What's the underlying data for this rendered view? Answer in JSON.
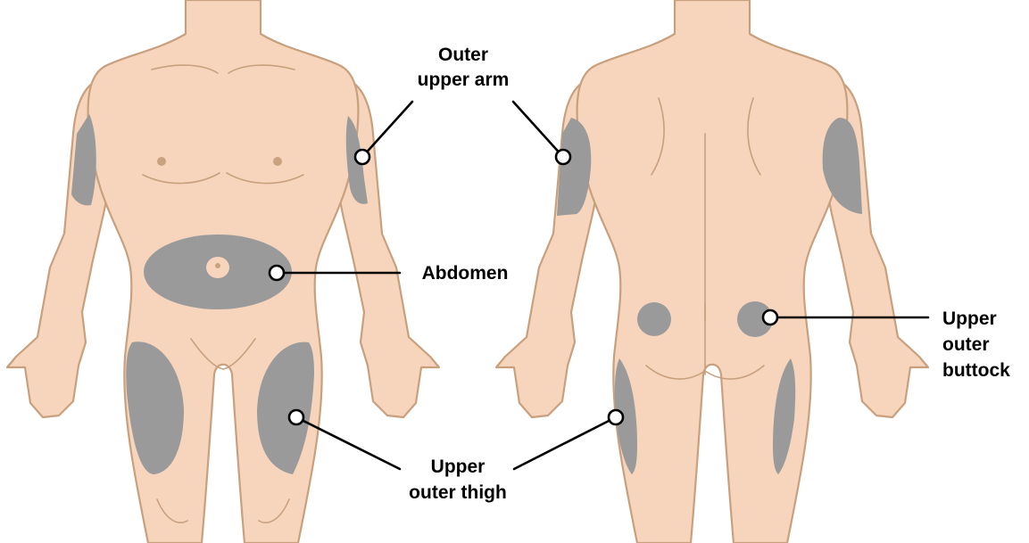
{
  "colors": {
    "skin": "#f6d5bc",
    "outline": "#c8a07e",
    "injection_site": "#9a9a9a",
    "leader": "#000000",
    "marker_fill": "#ffffff"
  },
  "views": [
    "front",
    "back"
  ],
  "labels": {
    "outer_upper_arm": [
      "Outer",
      "upper arm"
    ],
    "abdomen": [
      "Abdomen"
    ],
    "upper_outer_buttock": [
      "Upper",
      "outer",
      "buttock"
    ],
    "upper_outer_thigh": [
      "Upper",
      "outer thigh"
    ]
  }
}
